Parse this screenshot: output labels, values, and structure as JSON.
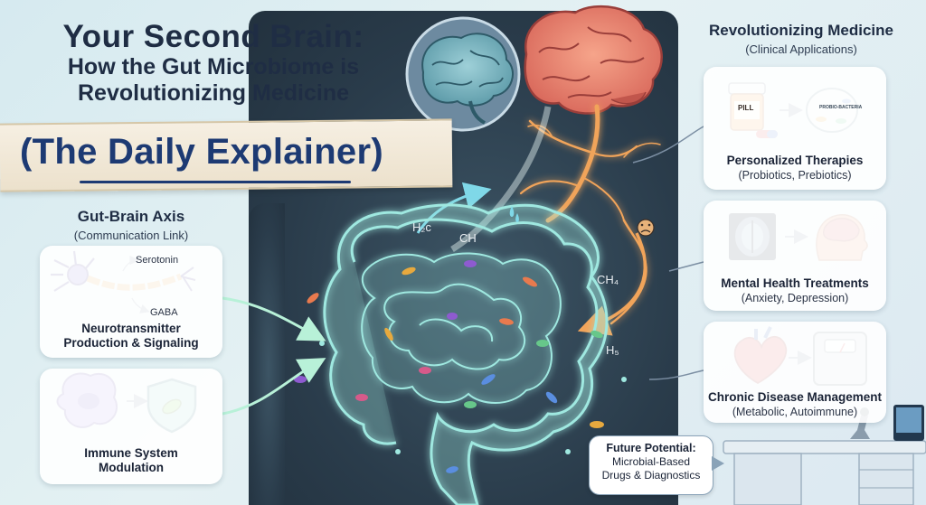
{
  "title": {
    "line1": "Your Second Brain:",
    "line2": "How the Gut Microbiome is",
    "line3": "Revolutionizing Medicine"
  },
  "banner": {
    "text": "(The Daily Explainer)",
    "icon": "book-magnifier-icon"
  },
  "left": {
    "heading": "Gut-Brain Axis",
    "subheading": "(Communication Link)",
    "card1": {
      "label1": "Serotonin",
      "label2": "GABA",
      "title_line1": "Neurotransmitter",
      "title_line2": "Production & Signaling",
      "icon": "neuron-icon"
    },
    "card2": {
      "title_line1": "Immune System",
      "title_line2": "Modulation",
      "icon": "immune-cell-shield-icon"
    }
  },
  "center": {
    "gases": [
      "H₂c",
      "CH",
      "CH₄",
      "H₅"
    ],
    "icons": [
      "brain-icon",
      "nerve-icon",
      "intestine-icon",
      "bacteria-icon"
    ]
  },
  "right": {
    "heading": "Revolutionizing Medicine",
    "subheading": "(Clinical Applications)",
    "card1": {
      "title": "Personalized Therapies",
      "note": "(Probiotics, Prebiotics)",
      "pill_label": "PILL",
      "dish_label": "PROBIO-BACTERIA",
      "icon": "pill-bottle-icon"
    },
    "card2": {
      "title": "Mental Health Treatments",
      "note": "(Anxiety, Depression)",
      "icon": "brain-scan-icon"
    },
    "card3": {
      "title": "Chronic Disease Management",
      "note": "(Metabolic, Autoimmune)",
      "icon": "heart-scale-icon"
    }
  },
  "future": {
    "title": "Future Potential:",
    "line2": "Microbial-Based",
    "line3": "Drugs & Diagnostics"
  },
  "colors": {
    "navy": "#1f2d44",
    "banner_blue": "#1d3a73",
    "dark_panel": "#2f4352",
    "nerve_orange": "#f1a45a",
    "gut_glow": "#9fe8e0",
    "arrow_cyan": "#7fd8e8"
  }
}
